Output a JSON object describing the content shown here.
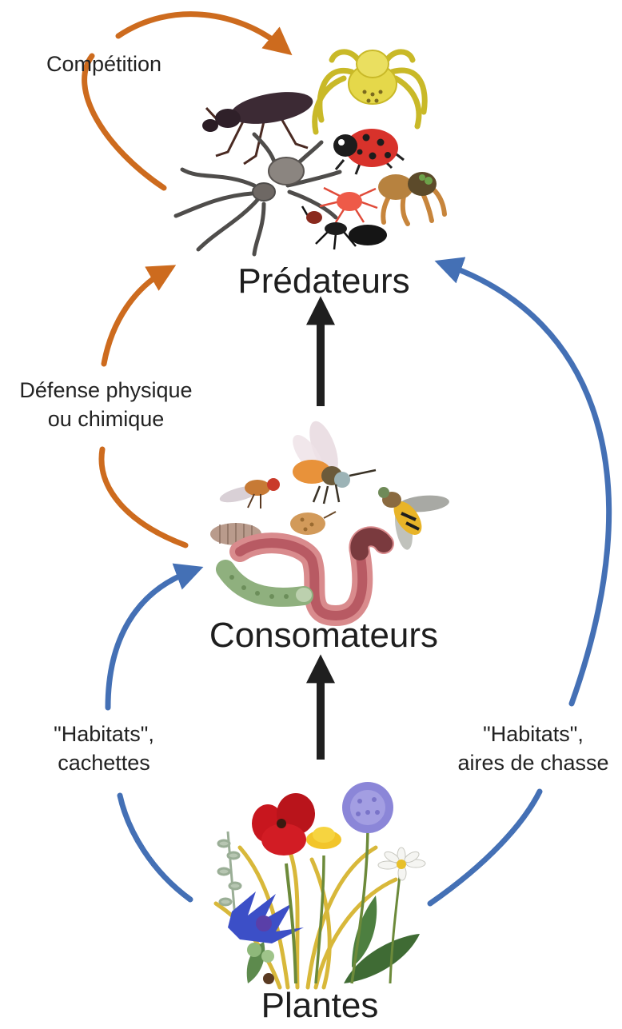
{
  "diagram": {
    "nodes": {
      "predateurs": "Prédateurs",
      "consomateurs": "Consomateurs",
      "plantes": "Plantes"
    },
    "edges": {
      "competition": "Compétition",
      "defense_line1": "Défense physique",
      "defense_line2": "ou chimique",
      "habitats_left_line1": "\"Habitats\",",
      "habitats_left_line2": "cachettes",
      "habitats_right_line1": "\"Habitats\",",
      "habitats_right_line2": "aires de chasse"
    },
    "colors": {
      "orange_arrow": "#cd6b1e",
      "blue_arrow": "#4470b5",
      "black_arrow": "#1f1f1f"
    },
    "icons": [
      "beetle-icon",
      "crab-spider-icon",
      "ladybug-icon",
      "wolf-spider-icon",
      "jumping-spider-icon",
      "mite-icon",
      "ant-icon",
      "bee-icon",
      "fruit-fly-icon",
      "hoverfly-icon",
      "woodlouse-icon",
      "springtail-icon",
      "earthworm-icon",
      "caterpillar-icon",
      "poppy-icon",
      "scabious-icon",
      "daisy-icon",
      "dandelion-icon",
      "cornflower-icon",
      "grass-icon",
      "thyme-icon"
    ]
  }
}
